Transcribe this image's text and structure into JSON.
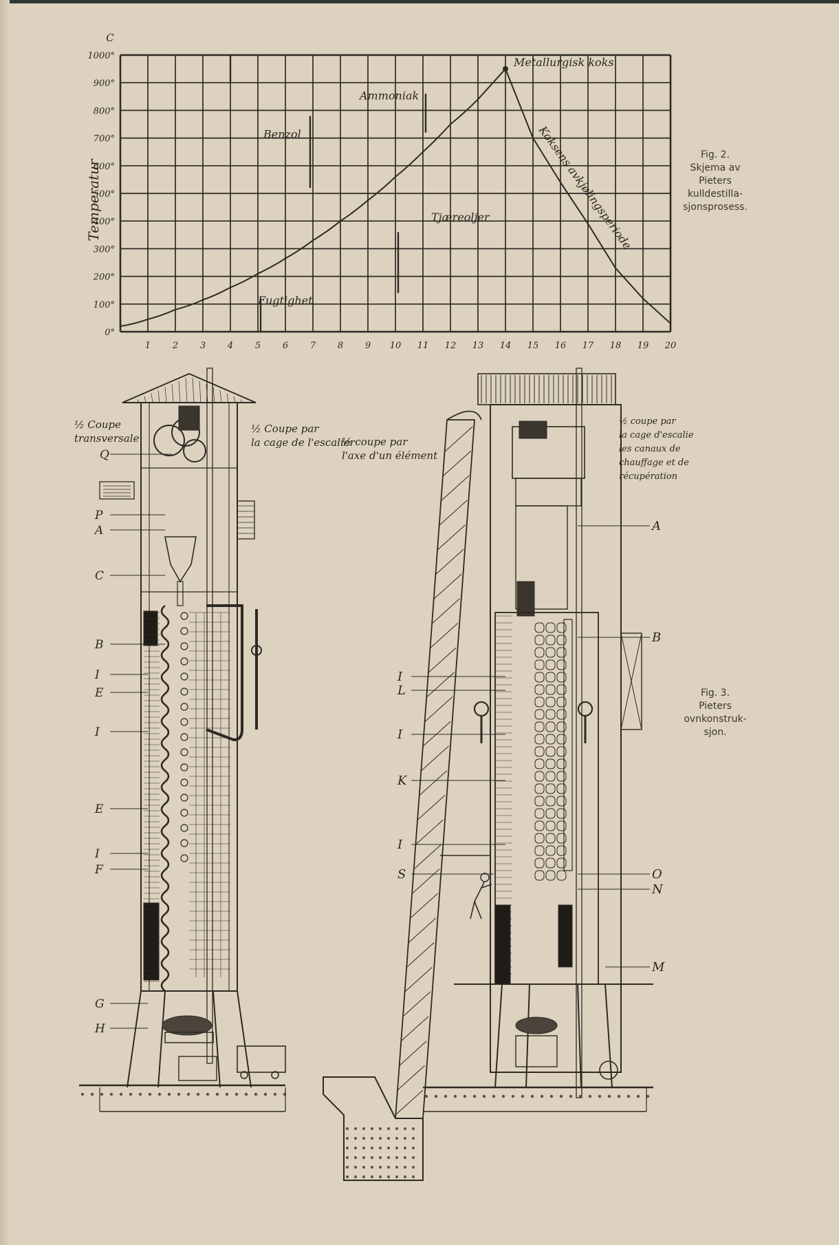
{
  "fig2": {
    "caption_lines": [
      "Fig. 2.",
      "Skjema av",
      "Pieters",
      "kulldestilla-",
      "sjonsprosess."
    ],
    "chart_data": {
      "type": "line",
      "ylabel": "Temperatur",
      "yunit": "C",
      "y_tick_labels": [
        "0°",
        "100°",
        "200°",
        "300°",
        "400°",
        "500°",
        "600°",
        "700°",
        "800°",
        "900°",
        "1000°"
      ],
      "x_tick_labels": [
        "1",
        "2",
        "3",
        "4",
        "5",
        "6",
        "7",
        "8",
        "9",
        "10",
        "11",
        "12",
        "13",
        "14",
        "15",
        "16",
        "17",
        "18",
        "19",
        "20"
      ],
      "xlim": [
        0,
        20
      ],
      "ylim": [
        0,
        1000
      ],
      "grid": true,
      "series": [
        {
          "x": [
            0,
            1,
            2,
            3,
            4,
            5,
            6,
            7,
            8,
            9,
            10,
            11,
            12,
            13,
            14,
            15,
            16,
            17,
            18,
            19,
            20
          ],
          "values": [
            20,
            45,
            80,
            115,
            160,
            210,
            265,
            330,
            400,
            475,
            560,
            650,
            750,
            840,
            950,
            700,
            540,
            390,
            230,
            120,
            30
          ]
        }
      ],
      "annotations": [
        {
          "text": "Fugtighet",
          "x": 5,
          "y": 100
        },
        {
          "text": "Benzol",
          "x": 5.2,
          "y": 700
        },
        {
          "text": "Ammoniak",
          "x": 8.7,
          "y": 840
        },
        {
          "text": "Tjæreoljer",
          "x": 11.3,
          "y": 400
        },
        {
          "text": "Metallurgisk koks",
          "x": 14.3,
          "y": 960
        },
        {
          "text": "Koksens avkjølingsperiode",
          "x": 15.2,
          "y": 730
        }
      ]
    }
  },
  "fig3": {
    "caption_lines": [
      "Fig. 3.",
      "Pieters",
      "ovnkonstruk-",
      "sjon."
    ],
    "left_headings": [
      {
        "id": "coupe-transversale",
        "lines": [
          "½ Coupe",
          "transversale"
        ]
      },
      {
        "id": "coupe-escalier",
        "lines": [
          "½ Coupe par",
          "la cage de l'escalier"
        ]
      },
      {
        "id": "coupe-axe",
        "lines": [
          "½ coupe par",
          "l'axe d'un élément"
        ]
      }
    ],
    "right_heading": [
      "½ coupe par",
      "la cage d'escalie",
      "les canaux de",
      "chauffage et de",
      "récupération"
    ],
    "left_labels": [
      "Q",
      "P",
      "A",
      "C",
      "B",
      "I",
      "E",
      "I",
      "E",
      "I",
      "F",
      "G",
      "H"
    ],
    "right_left_labels": [
      "I",
      "L",
      "I",
      "K",
      "I",
      "S"
    ],
    "right_right_labels": [
      "A",
      "B",
      "O",
      "N",
      "M"
    ]
  }
}
